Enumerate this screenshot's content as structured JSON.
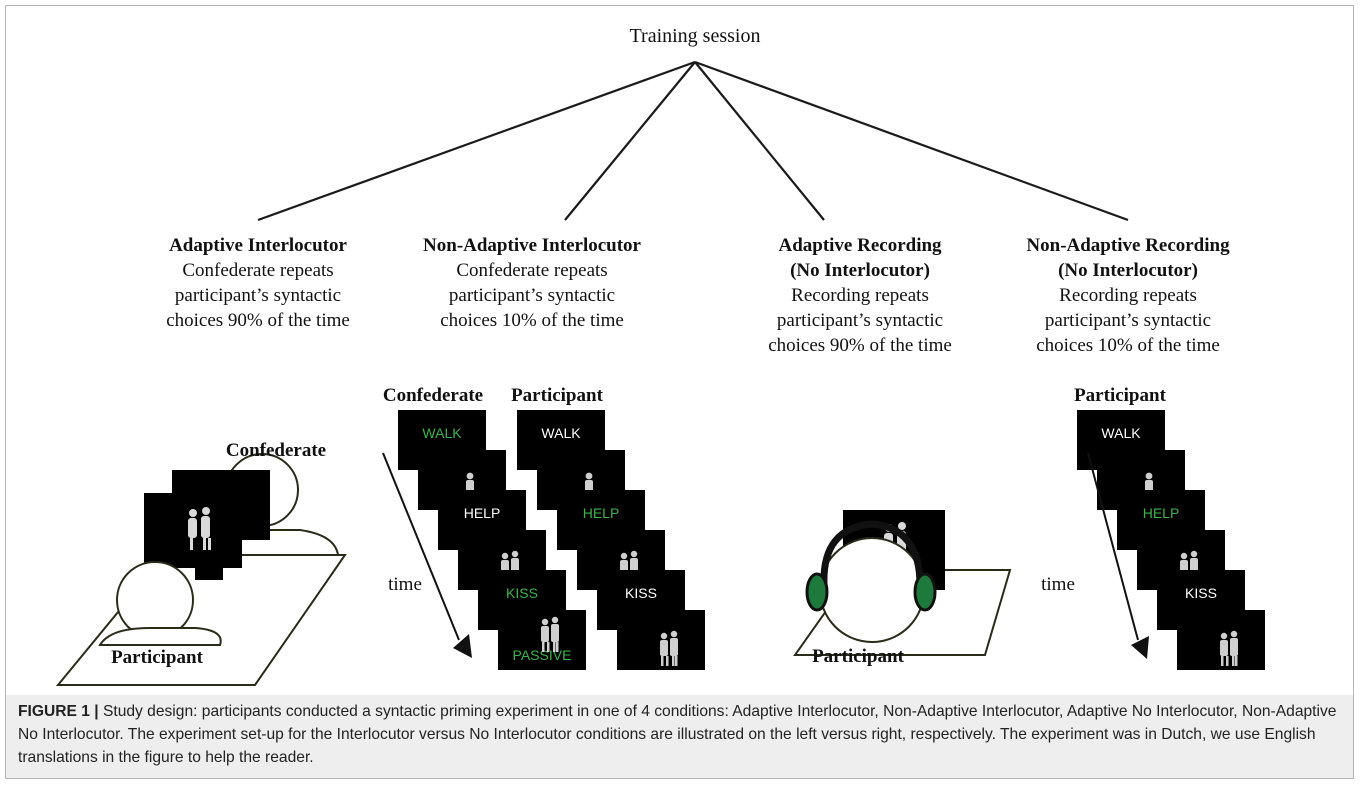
{
  "root": {
    "label": "Training session"
  },
  "conditions": [
    {
      "title_lines": [
        "Adaptive Interlocutor"
      ],
      "desc_lines": [
        "Confederate repeats",
        "participant’s syntactic",
        "choices 90% of the time"
      ]
    },
    {
      "title_lines": [
        "Non-Adaptive Interlocutor"
      ],
      "desc_lines": [
        "Confederate repeats",
        "participant’s syntactic",
        "choices 10% of the time"
      ]
    },
    {
      "title_lines": [
        "Adaptive Recording",
        "(No Interlocutor)"
      ],
      "desc_lines": [
        "Recording repeats",
        "participant’s syntactic",
        "choices 90% of the time"
      ]
    },
    {
      "title_lines": [
        "Non-Adaptive Recording",
        "(No Interlocutor)"
      ],
      "desc_lines": [
        "Recording repeats",
        "participant’s syntactic",
        "choices 10% of the time"
      ]
    }
  ],
  "illustration_left": {
    "confederate_label": "Confederate",
    "participant_label": "Participant",
    "column_confederate": "Confederate",
    "column_participant": "Participant",
    "time_label": "time",
    "confederate_cards": [
      {
        "word": "WALK",
        "color": "#3cb44b"
      },
      {
        "word": "",
        "color": "#ffffff"
      },
      {
        "word": "HELP",
        "color": "#ffffff"
      },
      {
        "word": "",
        "color": "#ffffff"
      },
      {
        "word": "KISS",
        "color": "#3cb44b"
      },
      {
        "word": "PASSIVE",
        "color": "#3cb44b"
      }
    ],
    "participant_cards": [
      {
        "word": "WALK",
        "color": "#ffffff"
      },
      {
        "word": "",
        "color": "#ffffff"
      },
      {
        "word": "HELP",
        "color": "#3cb44b"
      },
      {
        "word": "",
        "color": "#ffffff"
      },
      {
        "word": "KISS",
        "color": "#ffffff"
      },
      {
        "word": "",
        "color": "#ffffff"
      }
    ]
  },
  "illustration_right": {
    "participant_label": "Participant",
    "column_participant": "Participant",
    "time_label": "time",
    "participant_cards": [
      {
        "word": "WALK",
        "color": "#ffffff"
      },
      {
        "word": "",
        "color": "#ffffff"
      },
      {
        "word": "HELP",
        "color": "#3cb44b"
      },
      {
        "word": "",
        "color": "#ffffff"
      },
      {
        "word": "KISS",
        "color": "#ffffff"
      },
      {
        "word": "",
        "color": "#ffffff"
      }
    ]
  },
  "caption": {
    "label": "FIGURE 1 |",
    "text": " Study design: participants conducted a syntactic priming experiment in one of 4 conditions: Adaptive Interlocutor, Non-Adaptive Interlocutor, Adaptive No Interlocutor, Non-Adaptive No Interlocutor. The experiment set-up for the Interlocutor versus No Interlocutor conditions are illustrated on the left versus right, respectively. The experiment was in Dutch, we use English translations in the figure to help the reader."
  },
  "colors": {
    "accent_green": "#3cb44b",
    "headphone_green": "#1e7a3c",
    "outline": "#2b2b1a"
  }
}
